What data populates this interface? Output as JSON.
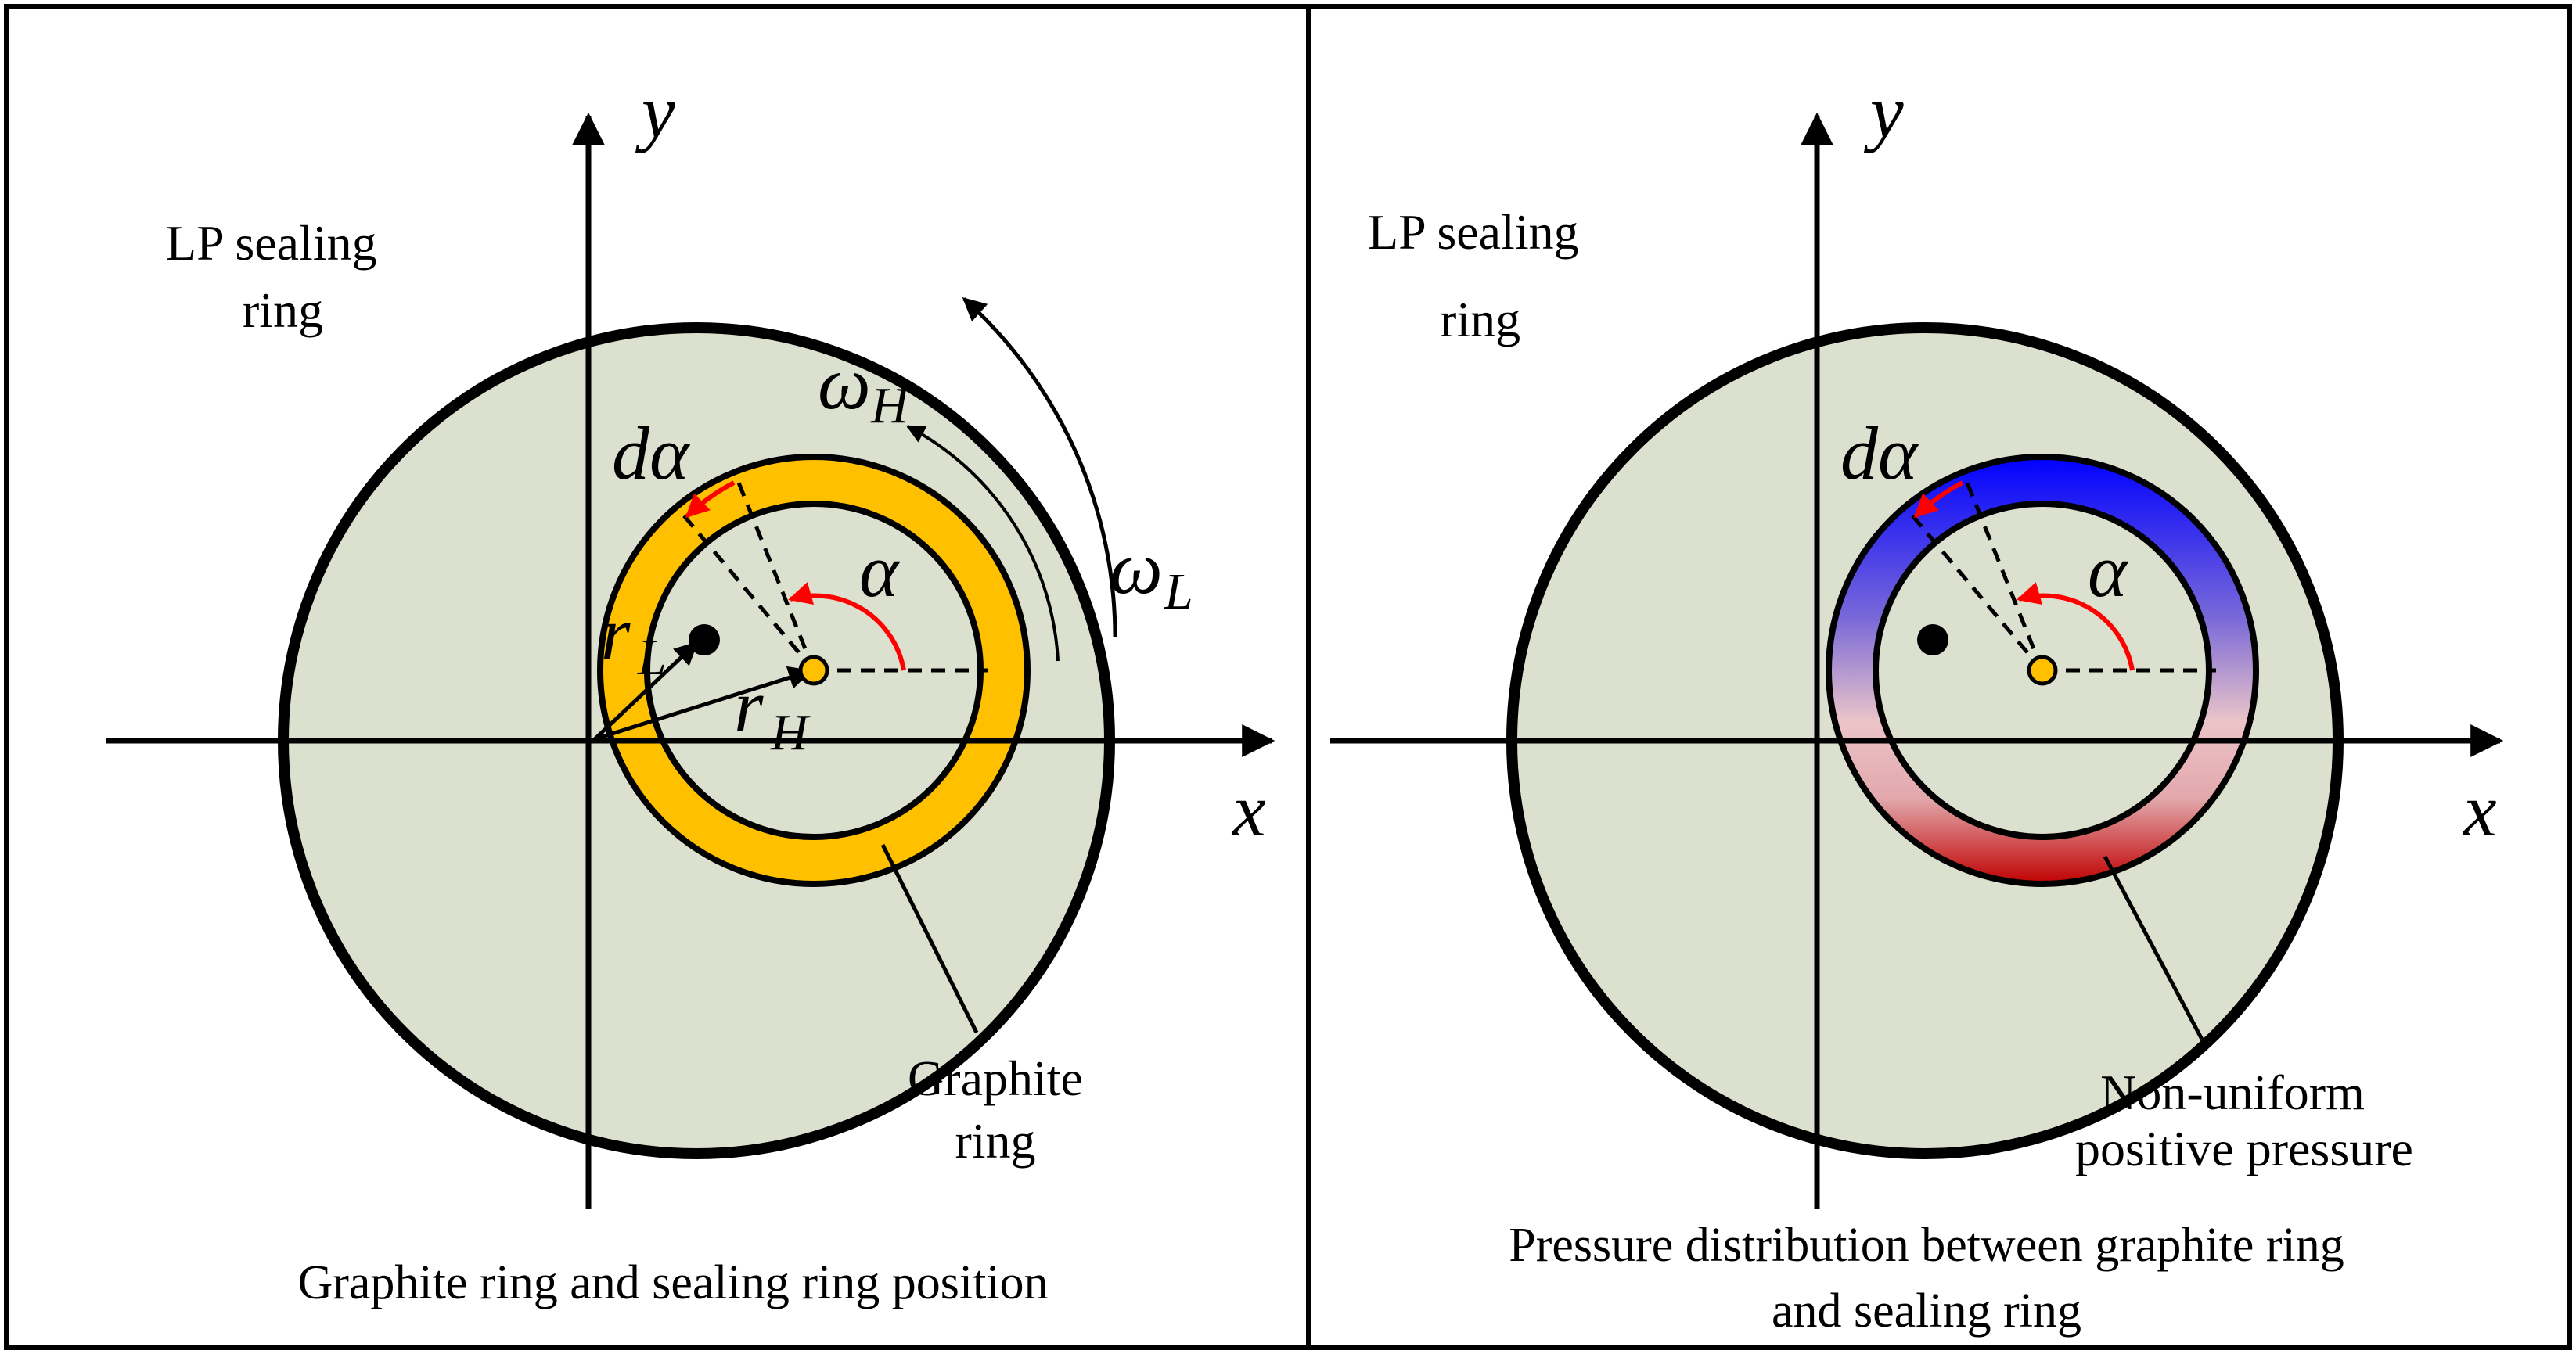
{
  "colors": {
    "background_disk": "#dce0cf",
    "graphite_ring": "#ffc000",
    "arc_arrow": "#ff0000",
    "pressure_high": "#0000ff",
    "pressure_mid": "#ecc4c8",
    "pressure_low": "#c00000",
    "center_marker": "#ffc000"
  },
  "left_panel": {
    "x_axis_label": "x",
    "y_axis_label": "y",
    "lp_label_line1": "LP sealing",
    "lp_label_line2": "ring",
    "omega_h": "ω",
    "omega_h_sub": "H",
    "omega_l": "ω",
    "omega_l_sub": "L",
    "d_alpha": "dα",
    "alpha": "α",
    "r_l": "r",
    "r_l_sub": "L",
    "r_h": "r",
    "r_h_sub": "H",
    "graphite_line1": "Graphite",
    "graphite_line2": "ring",
    "caption": "Graphite ring and sealing ring position"
  },
  "right_panel": {
    "x_axis_label": "x",
    "y_axis_label": "y",
    "lp_label_line1": "LP sealing",
    "lp_label_line2": "ring",
    "d_alpha": "dα",
    "alpha": "α",
    "pressure_line1": "Non-uniform",
    "pressure_line2": "positive pressure",
    "caption_line1": "Pressure distribution between graphite ring",
    "caption_line2": "and sealing ring"
  }
}
